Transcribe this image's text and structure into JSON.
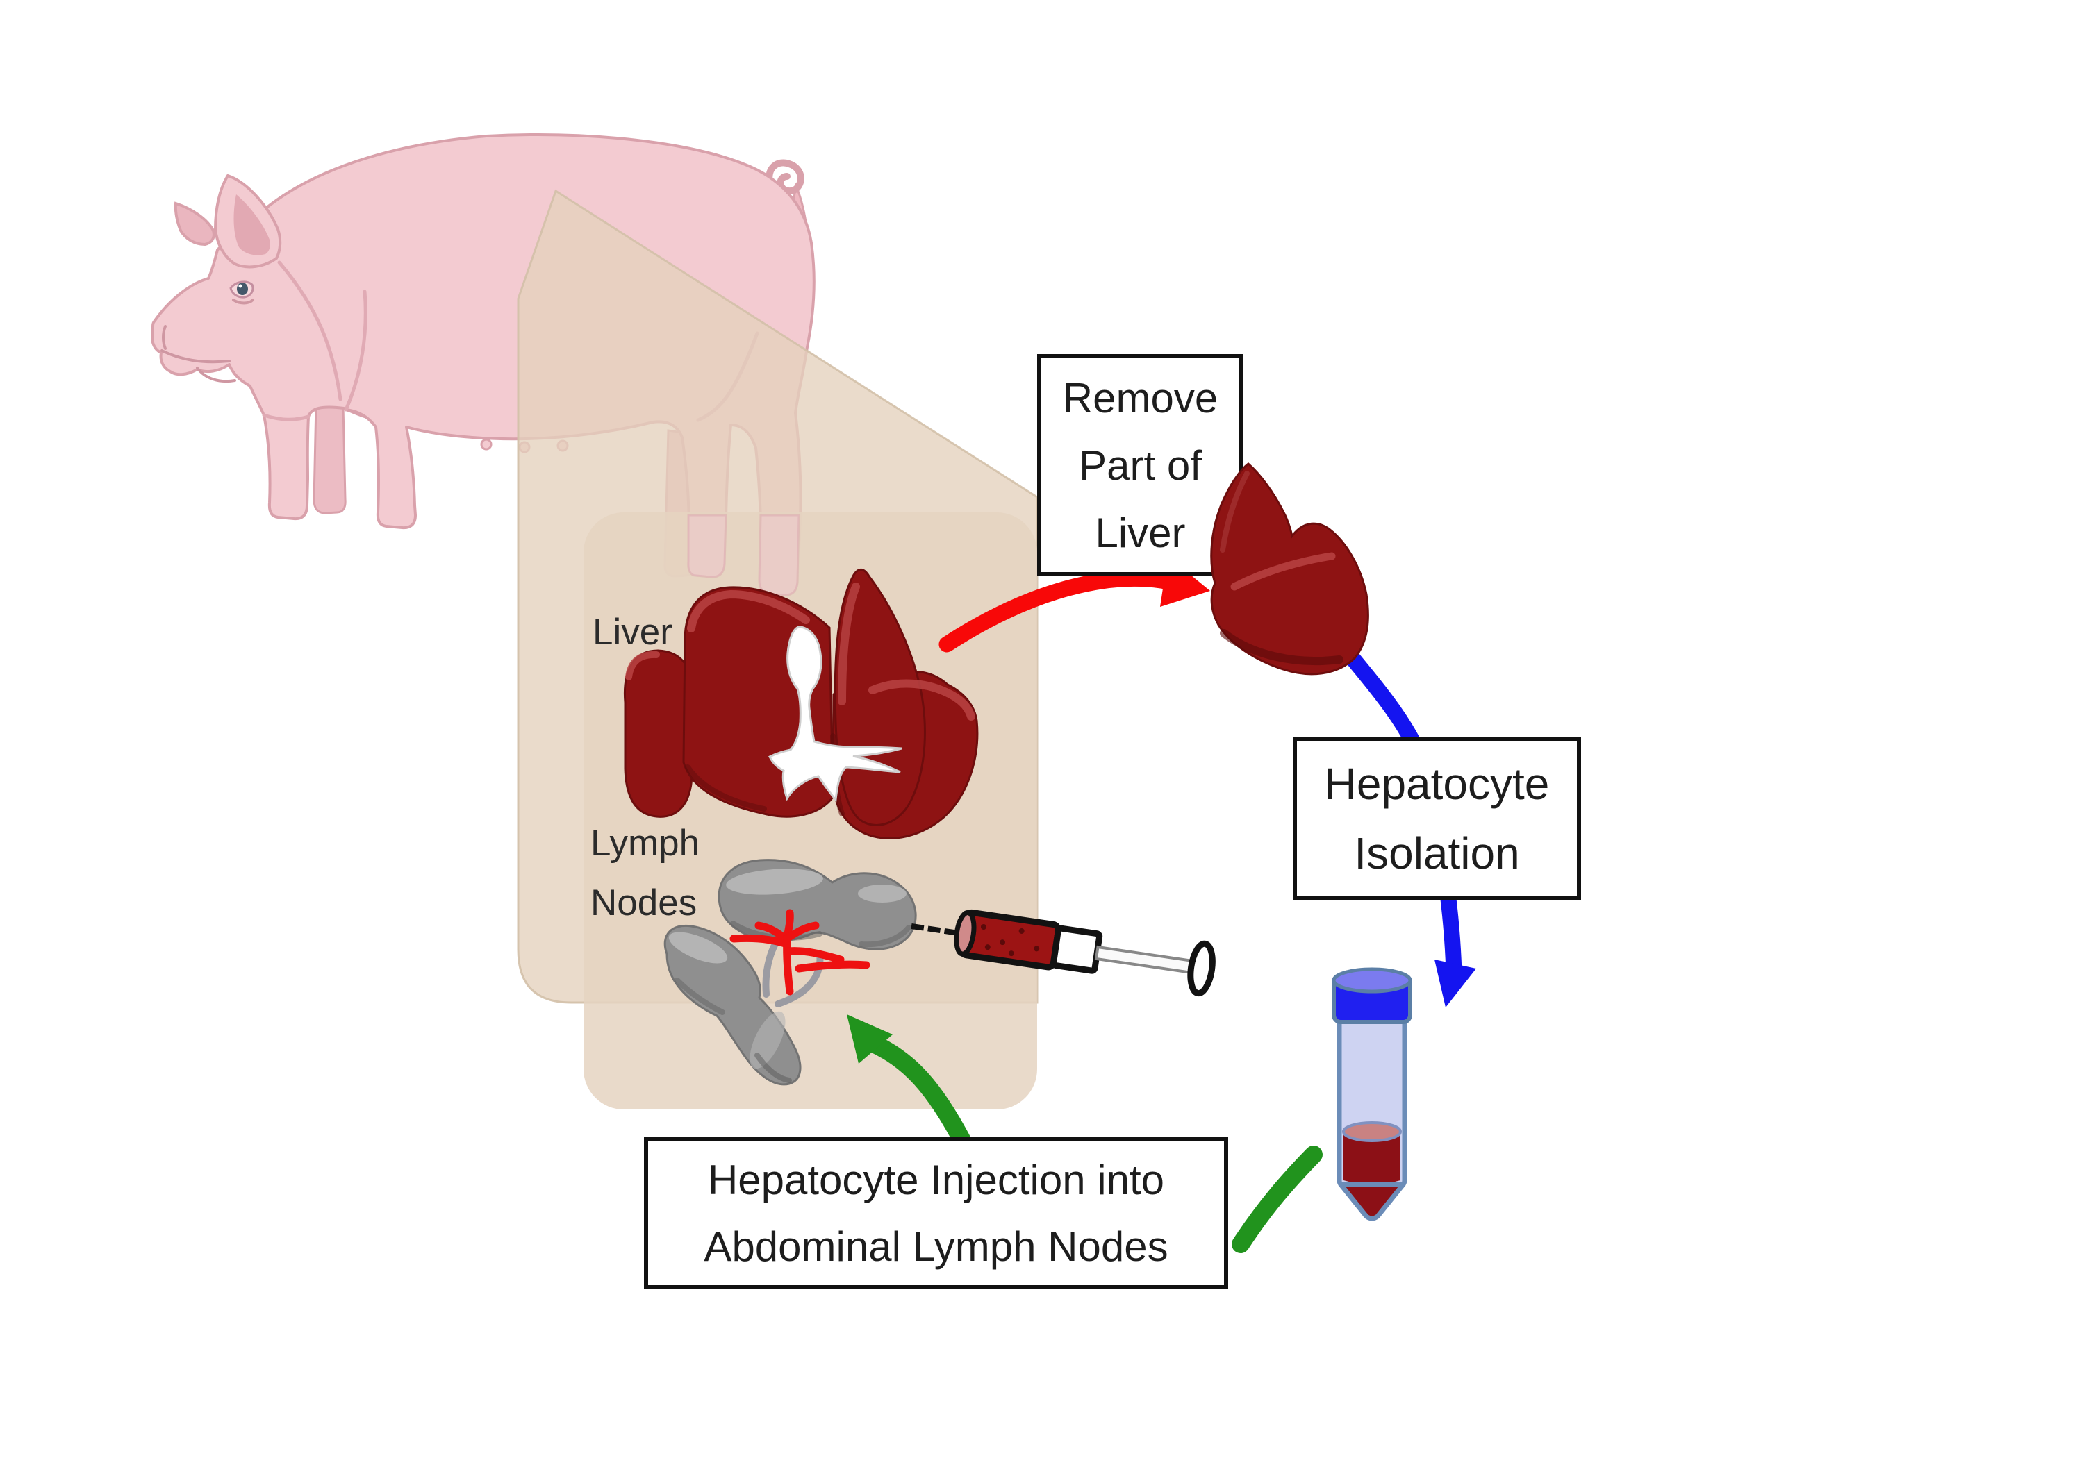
{
  "panel": {
    "fill": "rgba(229,212,193,0.85)",
    "funnel_fill": "rgba(228,209,188,0.78)",
    "label_liver": "Liver",
    "label_lymph_nodes": "Lymph\nNodes"
  },
  "boxes": {
    "remove": {
      "label": "Remove\nPart of\nLiver"
    },
    "isolation": {
      "label": "Hepatocyte\nIsolation"
    },
    "injection": {
      "label": "Hepatocyte Injection into\nAbdominal Lymph Nodes"
    }
  },
  "arrows": {
    "remove_liver": {
      "color": "#f80808"
    },
    "isolation": {
      "color": "#1414f0"
    },
    "injection": {
      "color": "#21931d"
    }
  },
  "illustrations": {
    "pig": {
      "icon": "pig-illustration",
      "body_color": "#f3cbd1",
      "outline_color": "#d9a1ab"
    },
    "liver": {
      "icon": "liver-illustration",
      "lobe_color": "#8e1313",
      "duct_color": "#ffffff"
    },
    "lymph_nodes": {
      "icon": "lymph-nodes-illustration",
      "node_color": "#8f8f8f",
      "vessel_color": "#ee1111"
    },
    "syringe": {
      "icon": "syringe-icon",
      "content_color": "#9c1414"
    },
    "tube": {
      "icon": "tube-icon",
      "cap_color": "#2020f0",
      "body_color": "rgba(198,203,240,0.85)",
      "liquid_color": "#8c1016"
    },
    "removed_liver": {
      "icon": "removed-liver-piece",
      "color": "#8e1313"
    }
  }
}
